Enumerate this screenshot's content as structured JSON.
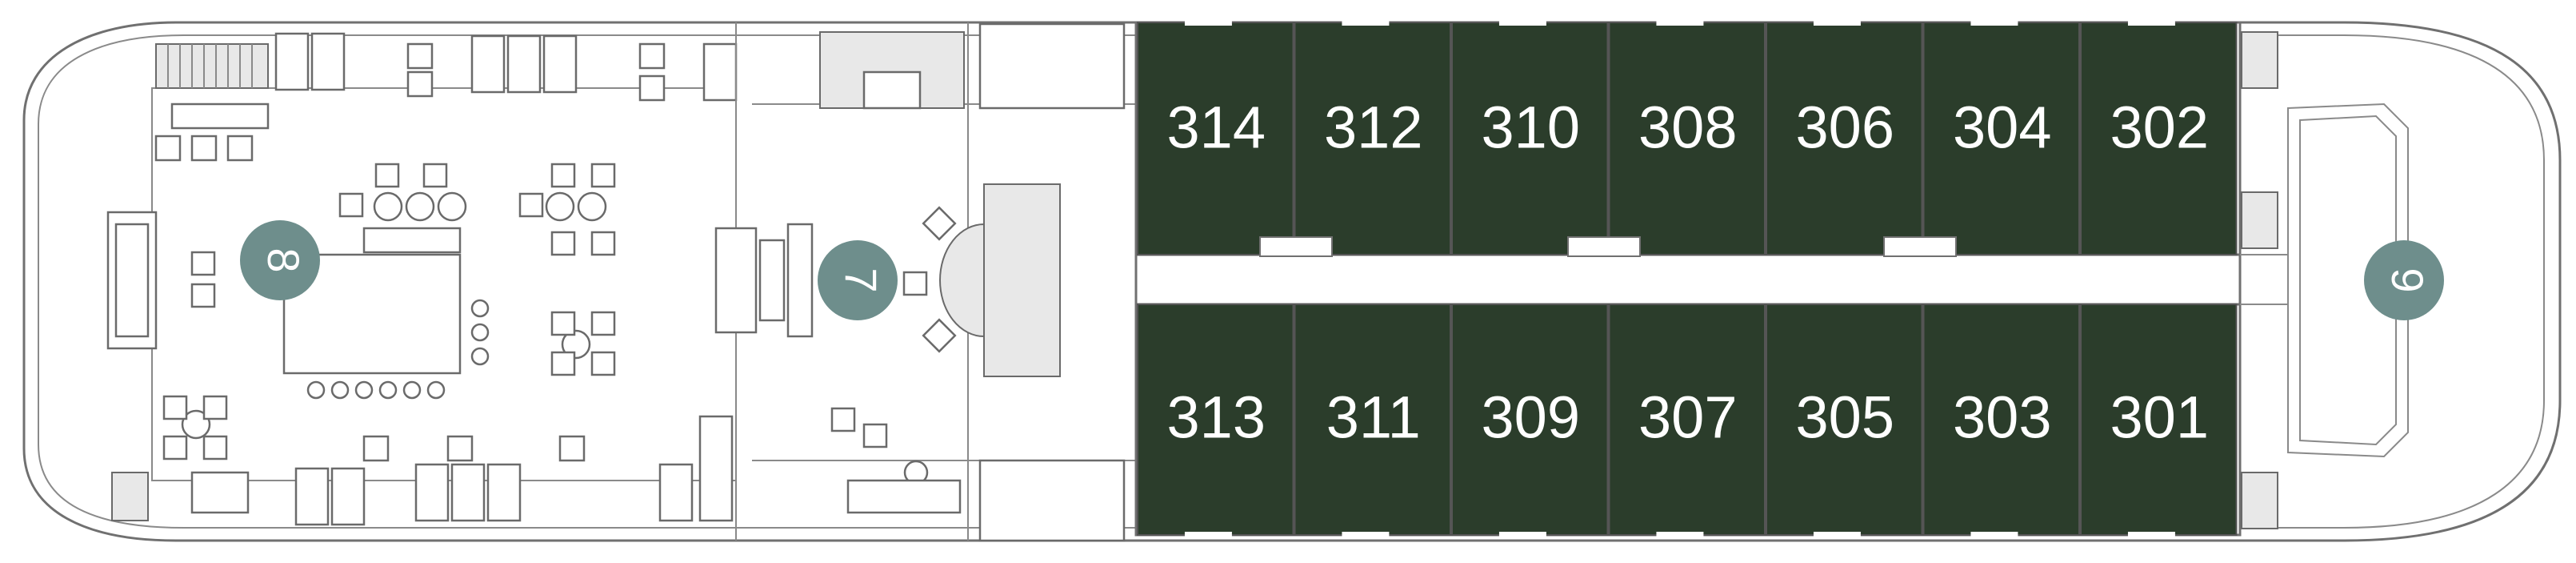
{
  "colors": {
    "cabin_fill": "#2b3d2b",
    "marker_fill": "#6e8e8c",
    "outline": "#707070",
    "background": "#ffffff"
  },
  "cabins": {
    "top": [
      "314",
      "312",
      "310",
      "308",
      "306",
      "304",
      "302"
    ],
    "bottom": [
      "313",
      "311",
      "309",
      "307",
      "305",
      "303",
      "301"
    ]
  },
  "markers": [
    "8",
    "7",
    "9"
  ]
}
